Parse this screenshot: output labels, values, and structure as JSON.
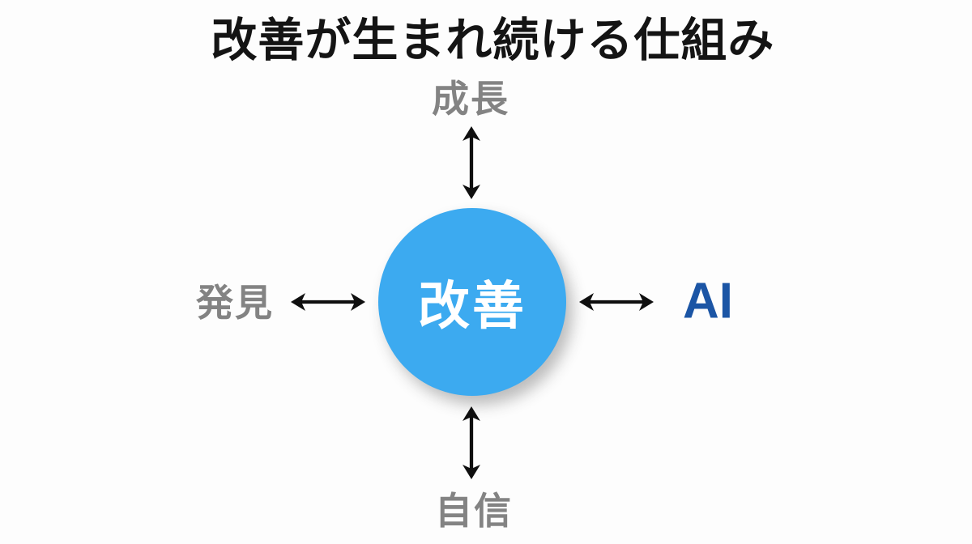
{
  "page": {
    "title": "改善が生まれ続ける仕組み"
  },
  "diagram": {
    "center": {
      "label": "改善",
      "bg_color": "#3CAAF0",
      "text_color": "#FFFFFF"
    },
    "satellites": [
      {
        "position": "top",
        "label": "成長",
        "color": "#838383"
      },
      {
        "position": "left",
        "label": "発見",
        "color": "#838383"
      },
      {
        "position": "right",
        "label": "AI",
        "color": "#1B55A5"
      },
      {
        "position": "bottom",
        "label": "自信",
        "color": "#838383"
      }
    ],
    "arrows": {
      "type": "double-headed",
      "color": "#0F0F0F",
      "connections": [
        "成長 ↔ 改善",
        "発見 ↔ 改善",
        "AI ↔ 改善",
        "自信 ↔ 改善"
      ]
    }
  }
}
